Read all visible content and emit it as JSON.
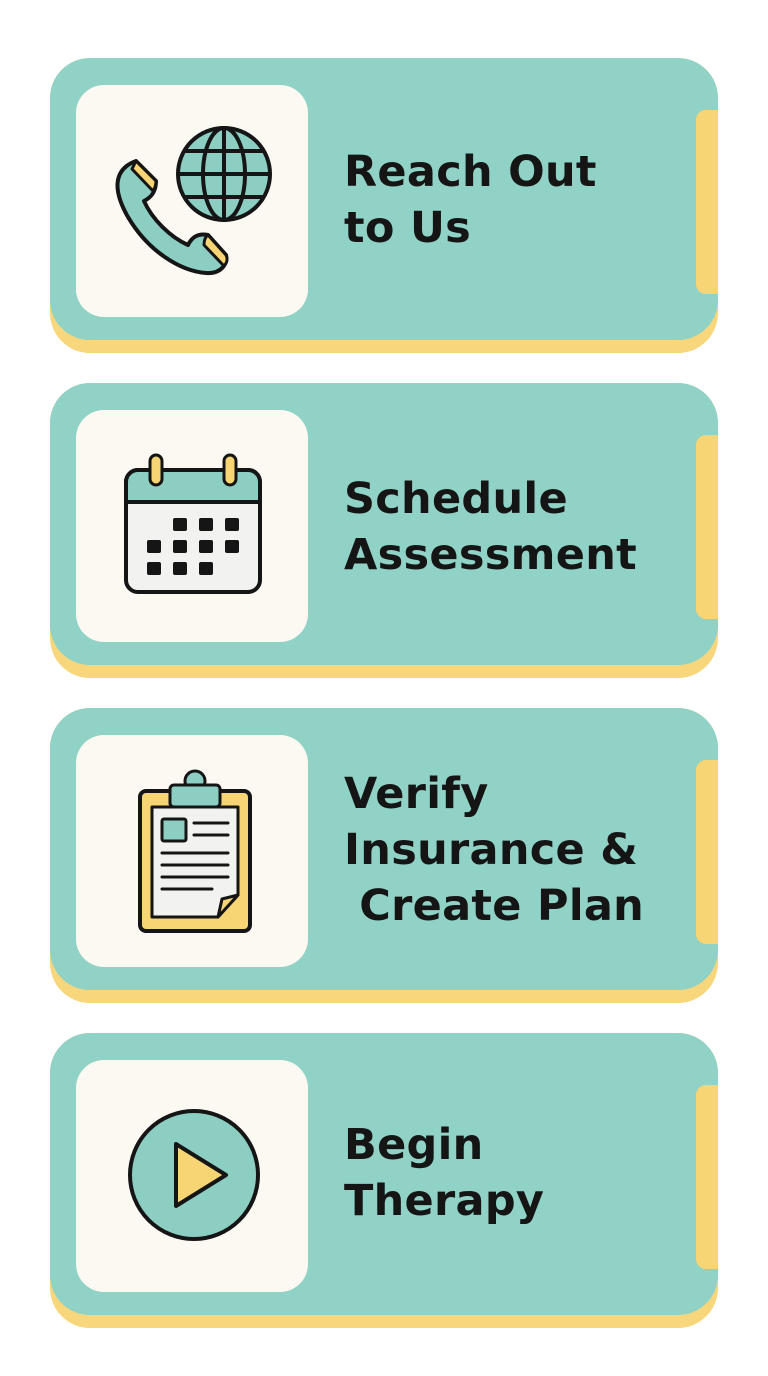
{
  "colors": {
    "card": "#90d2c5",
    "card_shadow": "#f7d67c",
    "accent_tab": "#f8d574",
    "tile": "#fbf9f2",
    "icon_teal": "#8ccfc2",
    "icon_yellow": "#f8d574",
    "text": "#151515"
  },
  "steps": [
    {
      "icon": "phone-globe-icon",
      "title_lines": [
        "Reach Out",
        "to Us"
      ]
    },
    {
      "icon": "calendar-icon",
      "title_lines": [
        "Schedule",
        "Assessment"
      ]
    },
    {
      "icon": "clipboard-icon",
      "title_lines": [
        "Verify",
        "Insurance &",
        " Create Plan"
      ]
    },
    {
      "icon": "play-icon",
      "title_lines": [
        "Begin",
        "Therapy"
      ]
    }
  ]
}
